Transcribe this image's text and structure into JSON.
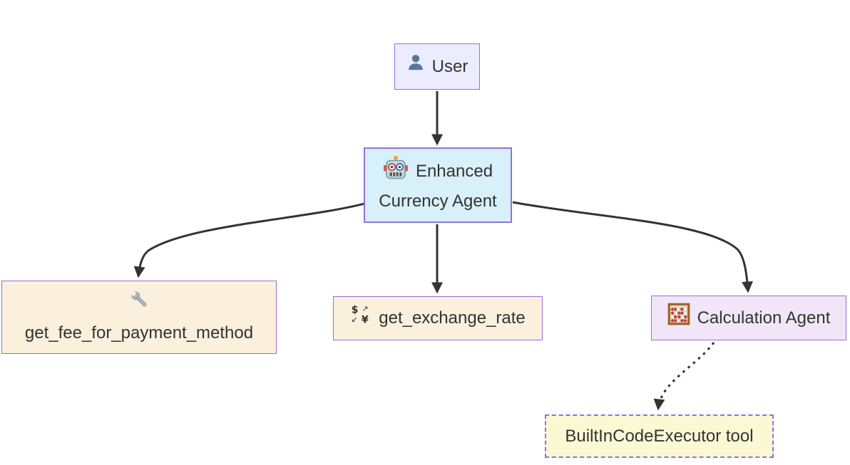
{
  "diagram": {
    "type": "flowchart",
    "direction": "top-down",
    "nodes": [
      {
        "id": "user",
        "label": "User",
        "icon": "bust-in-silhouette-icon",
        "shape": "rectangle",
        "fill": "#ECECFF",
        "border_style": "solid"
      },
      {
        "id": "enhanced-currency-agent",
        "label": "Enhanced Currency Agent",
        "icon": "robot-icon",
        "shape": "rectangle",
        "fill": "#D8F0FA",
        "border_style": "solid"
      },
      {
        "id": "get-fee-for-payment-method",
        "label": "get_fee_for_payment_method",
        "icon": "wrench-icon",
        "shape": "rectangle",
        "fill": "#FAF0DC",
        "border_style": "solid"
      },
      {
        "id": "get-exchange-rate",
        "label": "get_exchange_rate",
        "icon": "currency-exchange-icon",
        "shape": "rectangle",
        "fill": "#FAF0DC",
        "border_style": "solid"
      },
      {
        "id": "calculation-agent",
        "label": "Calculation Agent",
        "icon": "abacus-icon",
        "shape": "rectangle",
        "fill": "#F0E6F7",
        "border_style": "solid"
      },
      {
        "id": "builtincodeexecutor-tool",
        "label": "BuiltInCodeExecutor tool",
        "icon": null,
        "shape": "rectangle",
        "fill": "#FBF9D4",
        "border_style": "dashed"
      }
    ],
    "edges": [
      {
        "from": "user",
        "to": "enhanced-currency-agent",
        "style": "solid",
        "arrow": "filled-triangle"
      },
      {
        "from": "enhanced-currency-agent",
        "to": "get-fee-for-payment-method",
        "style": "solid",
        "arrow": "filled-triangle"
      },
      {
        "from": "enhanced-currency-agent",
        "to": "get-exchange-rate",
        "style": "solid",
        "arrow": "filled-triangle"
      },
      {
        "from": "enhanced-currency-agent",
        "to": "calculation-agent",
        "style": "solid",
        "arrow": "filled-triangle"
      },
      {
        "from": "calculation-agent",
        "to": "builtincodeexecutor-tool",
        "style": "dotted",
        "arrow": "filled-triangle"
      }
    ],
    "colors": {
      "canvas": "#FFFFFF",
      "node_border": "#9370DB",
      "edge": "#333333",
      "text": "#333333",
      "user_fill": "#ECECFF",
      "agent_fill": "#D8F0FA",
      "tool_fill": "#FAF0DC",
      "subagent_fill": "#F0E6F7",
      "executor_fill": "#FBF9D4"
    }
  }
}
